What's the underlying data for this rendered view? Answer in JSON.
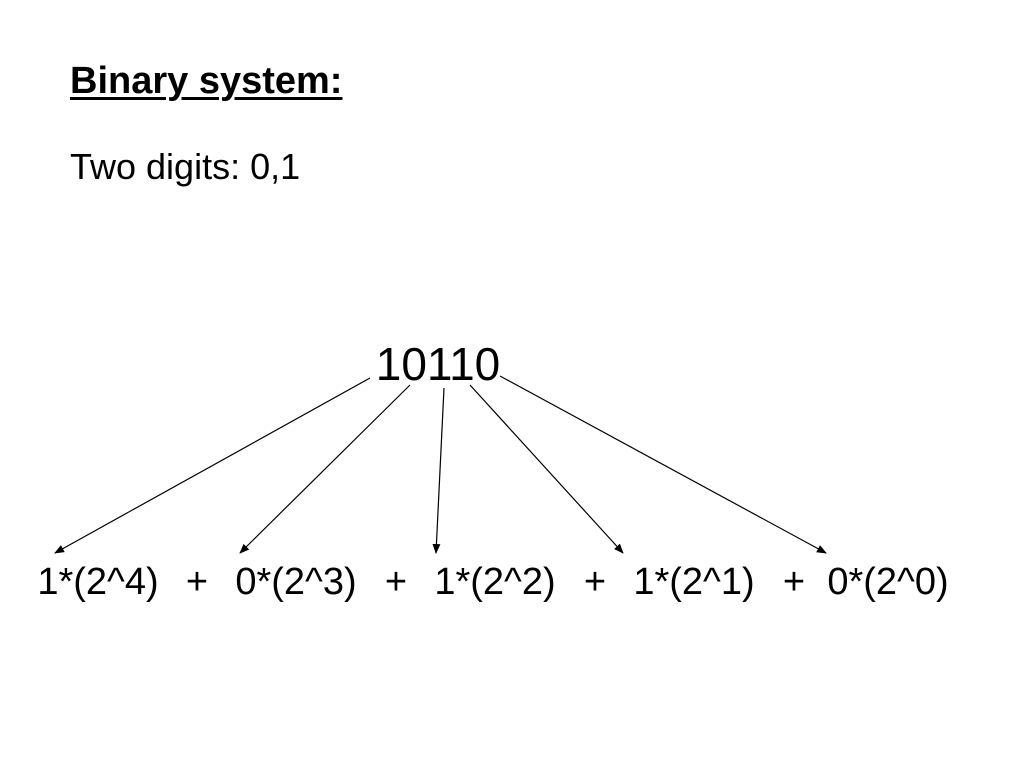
{
  "slide": {
    "heading": "Binary system:",
    "subheading": "Two digits: 0,1"
  },
  "diagram": {
    "number": "10110",
    "expansion_terms": [
      "1*(2^4)",
      "0*(2^3)",
      "1*(2^2)",
      "1*(2^1)",
      "0*(2^0)"
    ],
    "operator": "+"
  },
  "colors": {
    "text": "#000000",
    "background": "#ffffff"
  }
}
